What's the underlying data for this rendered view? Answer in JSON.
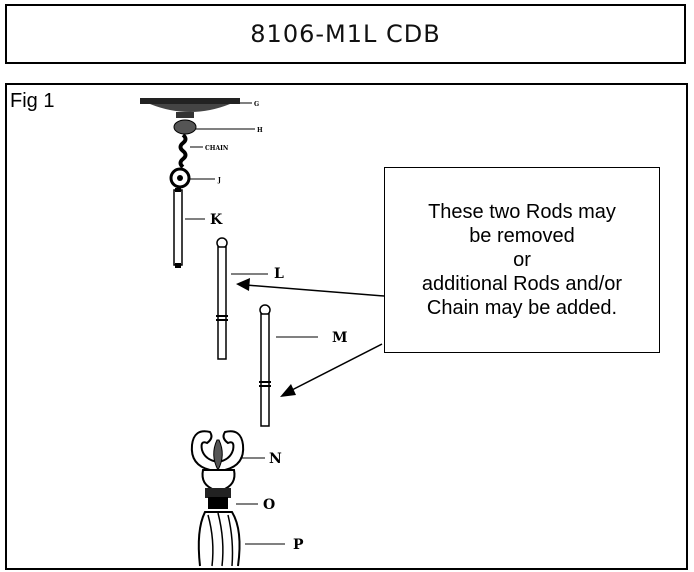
{
  "header": {
    "title": "8106-M1L CDB"
  },
  "figure": {
    "label": "Fig 1",
    "tiny_labels": {
      "g": "G",
      "h": "H",
      "chain": "CHAIN",
      "j": "J"
    },
    "parts": {
      "k": "K",
      "l": "L",
      "m": "M",
      "n": "N",
      "o": "O",
      "p": "P"
    }
  },
  "note": {
    "lines": [
      "These two Rods may",
      "be removed",
      "or",
      "additional Rods and/or",
      "Chain may be added."
    ]
  }
}
